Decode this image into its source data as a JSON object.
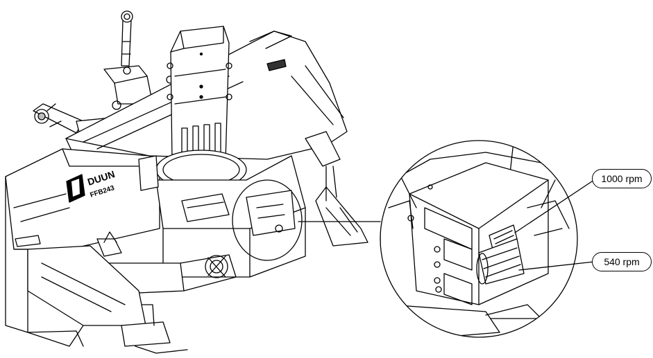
{
  "labels": {
    "callout_upper": "1000 rpm",
    "callout_lower": "540 rpm"
  },
  "machine": {
    "brand_logo": "DUUN",
    "model_mark": "FFB243"
  },
  "colors": {
    "line": "#000000",
    "background": "#ffffff",
    "fill_light": "#f2f2f2",
    "fill_dark": "#bdbdbd"
  },
  "icons": [
    "brand-logo-icon"
  ]
}
